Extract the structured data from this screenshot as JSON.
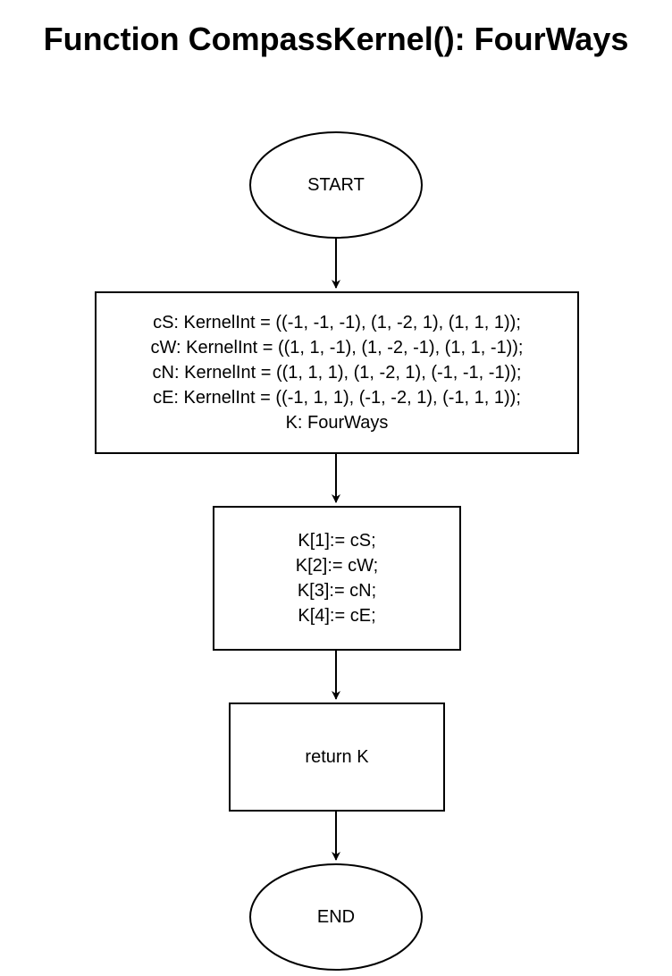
{
  "title": "Function CompassKernel(): FourWays",
  "nodes": {
    "start": {
      "label": "START"
    },
    "declarations": {
      "lines": [
        "cS: KernelInt = ((-1, -1, -1), (1, -2, 1), (1, 1, 1));",
        "cW: KernelInt = ((1, 1, -1), (1, -2, -1), (1, 1, -1));",
        "cN: KernelInt = ((1, 1, 1), (1, -2, 1), (-1, -1, -1));",
        "cE: KernelInt = ((-1, 1, 1), (-1, -2, 1), (-1, 1, 1));",
        "K: FourWays"
      ]
    },
    "assignments": {
      "lines": [
        "K[1]:= cS;",
        "K[2]:= cW;",
        "K[3]:= cN;",
        "K[4]:= cE;"
      ]
    },
    "return": {
      "label": "return K"
    },
    "end": {
      "label": "END"
    }
  },
  "colors": {
    "stroke": "#000000",
    "fill": "#ffffff",
    "text": "#000000"
  }
}
